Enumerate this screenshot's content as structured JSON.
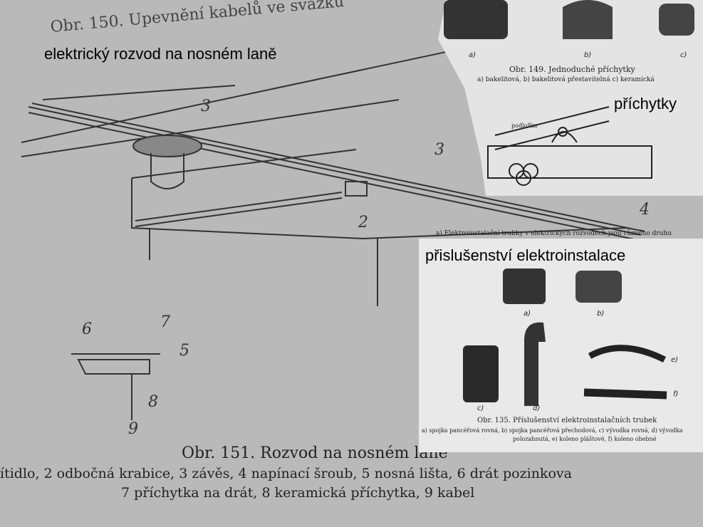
{
  "main_figure": {
    "top_caption": "Obr. 150. Upevnění kabelů ve svazku",
    "overlay_title": "elektrický rozvod na nosném laně",
    "callouts": [
      "2",
      "3",
      "3",
      "4",
      "5",
      "6",
      "7",
      "8",
      "9"
    ],
    "caption_title": "Obr. 151. Rozvod na nosném laně",
    "caption_line1": "ítidlo, 2 odbočná krabice, 3 závěs, 4 napínací šroub, 5 nosná lišta, 6 drát pozinkova",
    "caption_line2": "7 příchytka na drát, 8 keramická příchytka, 9 kabel"
  },
  "clips_panel": {
    "overlay_title": "příchytky",
    "item_labels": [
      "a)",
      "b)",
      "c)"
    ],
    "caption_title": "Obr. 149. Jednoduché příchytky",
    "caption_text": "a) bakelitová, b) bakelitová přestavitelná c) keramická",
    "podlozka_label": "podložka"
  },
  "accessories_panel": {
    "overlay_title": "přislušenství elektroinstalace",
    "top_text": "a) Elektroinstalační trubky v elektrických rozvodech jsou různého druhu",
    "item_labels": [
      "a)",
      "b)",
      "c)",
      "d)",
      "e)",
      "f)"
    ],
    "caption_title": "Obr. 135. Příslušenství elektroinstalačních trubek",
    "caption_line1": "a) spojka pancéřová rovná, b) spojka pancéřová přechodová, c) vývodka rovná, d) vývodka",
    "caption_line2": "polozahnutá, e) koleno pláštové, f) koleno ohebné"
  }
}
